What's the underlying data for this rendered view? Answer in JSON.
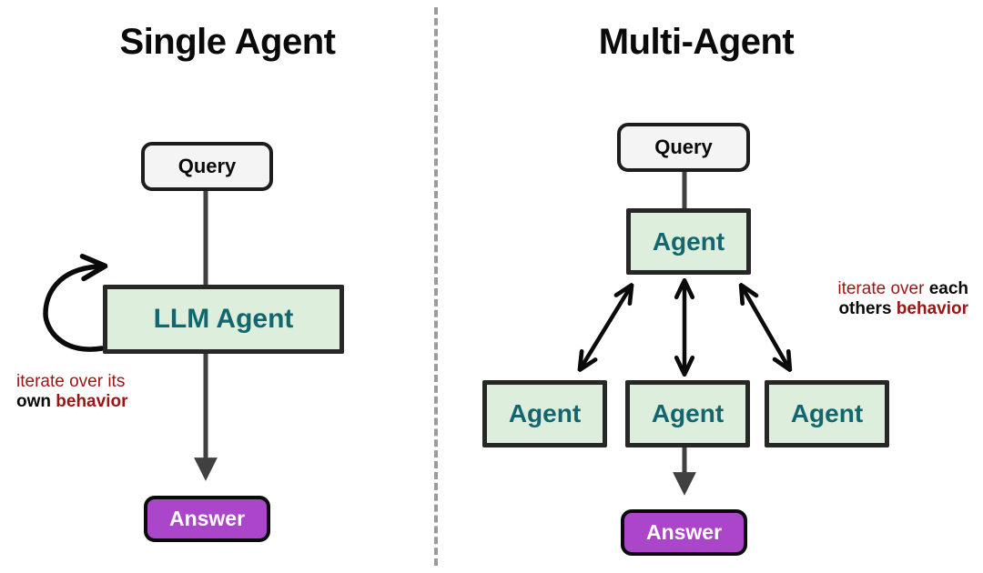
{
  "diagram": {
    "title_left": "Single Agent",
    "title_right": "Multi-Agent",
    "colors": {
      "agent_fill": "#ddeedd",
      "agent_text": "#13666e",
      "query_fill": "#f4f4f4",
      "answer_fill": "#ab46cb",
      "answer_text": "#ffffff",
      "outline": "#1d1d1d",
      "arrow_gray": "#404040",
      "arrow_black": "#0a0a0a",
      "annotation_red": "#9c1515",
      "annotation_black": "#0a0a0a",
      "divider_gray": "#9b9b9b"
    }
  },
  "left_panel": {
    "title": "Single Agent",
    "query_label": "Query",
    "agent_label": "LLM Agent",
    "answer_label": "Answer",
    "annotation": {
      "line1": "iterate over its",
      "line2_black": "own",
      "line2_red": "behavior"
    }
  },
  "right_panel": {
    "title": "Multi-Agent",
    "query_label": "Query",
    "orchestrator_label": "Agent",
    "agents": [
      {
        "label": "Agent"
      },
      {
        "label": "Agent"
      },
      {
        "label": "Agent"
      }
    ],
    "answer_label": "Answer",
    "annotation": {
      "line1_red": "iterate over ",
      "line1_black": "each",
      "line2_black": "others ",
      "line2_red": "behavior"
    }
  }
}
